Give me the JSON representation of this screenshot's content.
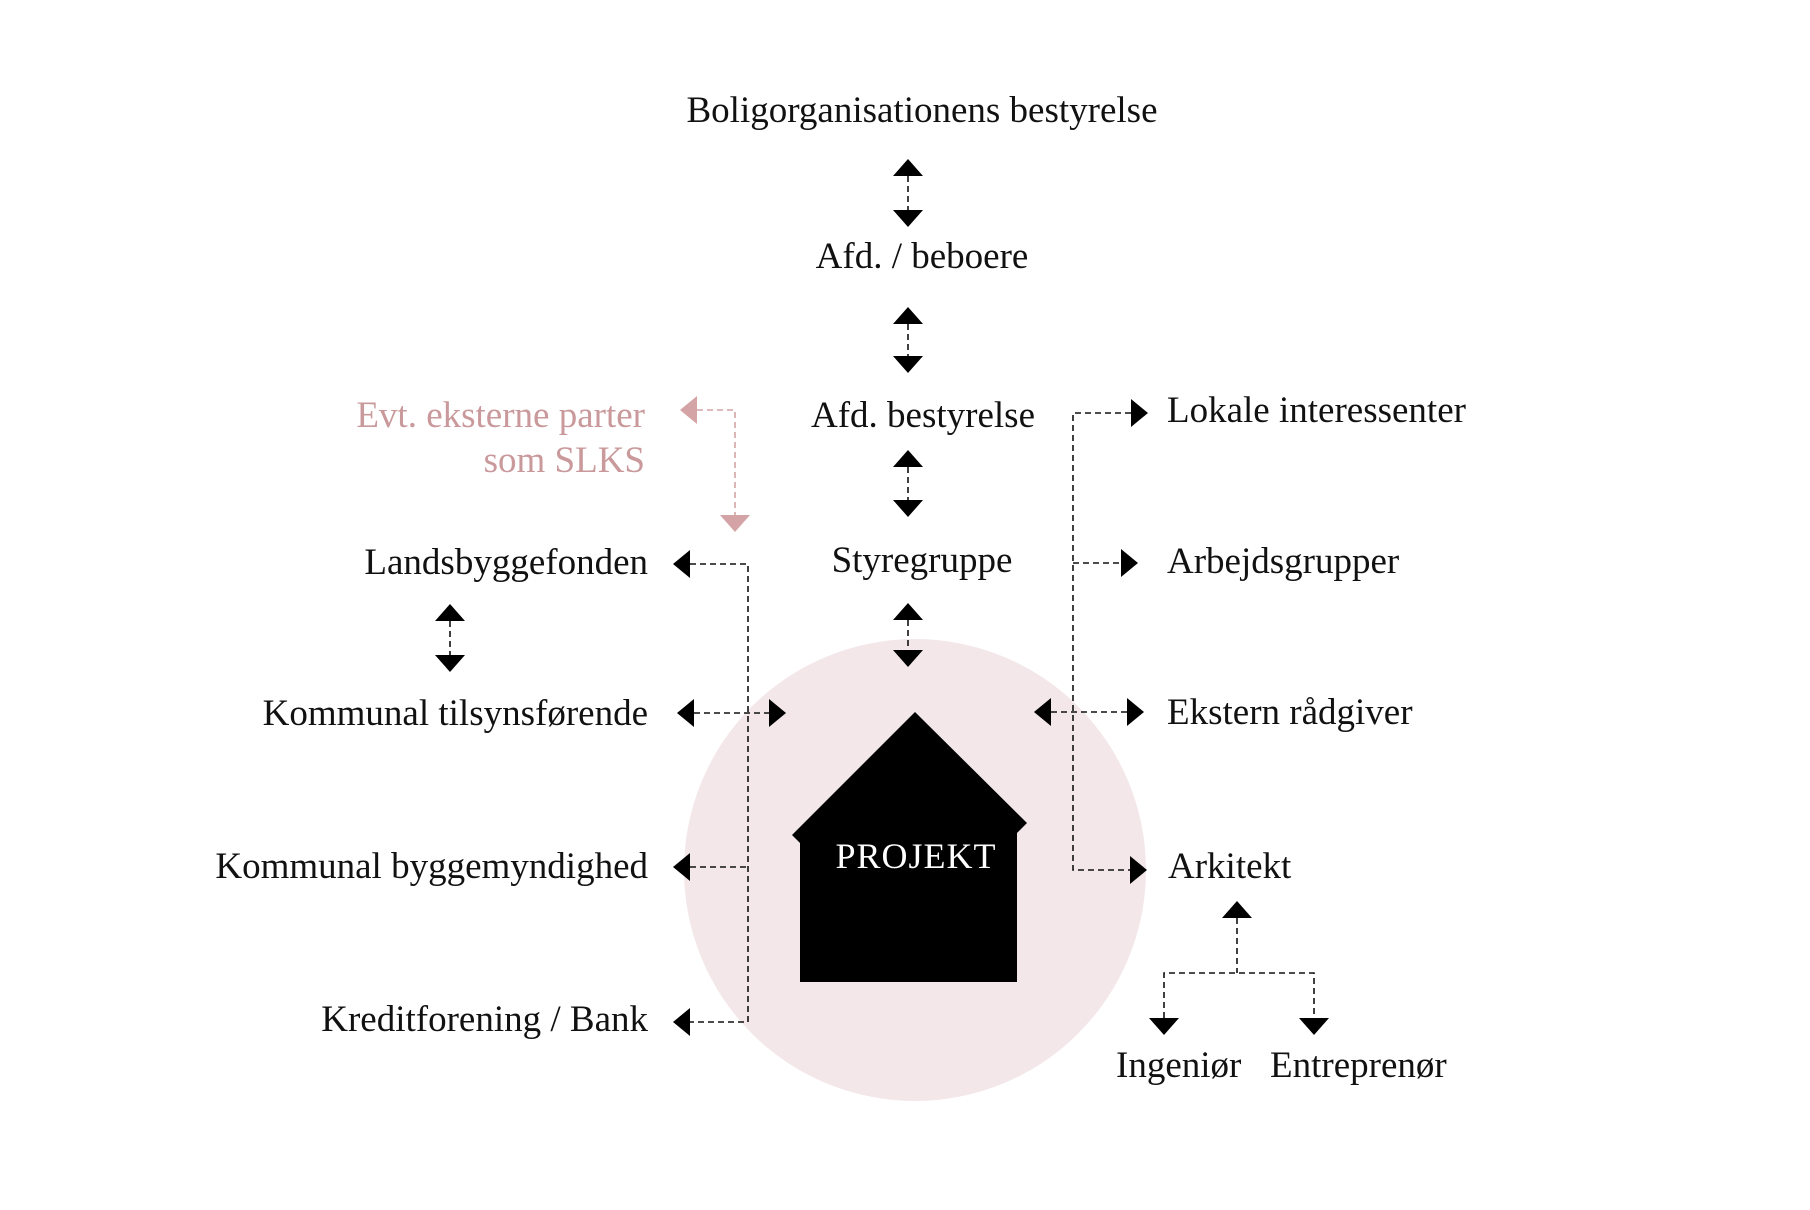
{
  "title": "Boligorganisationens bestyrelse",
  "colors": {
    "text": "#111111",
    "accent_pink_text": "#c9999b",
    "accent_pink_arrow": "#d4a3a5",
    "circle_fill": "#f3e7ea",
    "house_fill": "#000000",
    "house_text": "#ffffff"
  },
  "center_column": {
    "nodes": [
      {
        "id": "bolig",
        "label": "Boligorganisationens bestyrelse"
      },
      {
        "id": "afd_beboere",
        "label": "Afd. / beboere"
      },
      {
        "id": "afd_bestyrelse",
        "label": "Afd. bestyrelse"
      },
      {
        "id": "styregruppe",
        "label": "Styregruppe"
      }
    ]
  },
  "project": {
    "label": "PROJEKT",
    "icon": "house-icon"
  },
  "external_note": {
    "line1": "Evt. eksterne parter",
    "line2": "som SLKS"
  },
  "left_column": {
    "nodes": [
      {
        "id": "landsbyggefonden",
        "label": "Landsbyggefonden"
      },
      {
        "id": "kommunal_tilsyn",
        "label": "Kommunal tilsynsførende"
      },
      {
        "id": "kommunal_bygge",
        "label": "Kommunal byggemyndighed"
      },
      {
        "id": "kredit",
        "label": "Kreditforening / Bank"
      }
    ]
  },
  "right_column": {
    "nodes": [
      {
        "id": "lokale",
        "label": "Lokale interessenter"
      },
      {
        "id": "arbejdsgrupper",
        "label": "Arbejdsgrupper"
      },
      {
        "id": "ekstern",
        "label": "Ekstern rådgiver"
      },
      {
        "id": "arkitekt",
        "label": "Arkitekt"
      }
    ]
  },
  "bottom_right": {
    "ingenior": "Ingeniør",
    "entreprenor": "Entreprenør"
  },
  "connections": [
    {
      "from": "bolig",
      "to": "afd_beboere",
      "type": "bidirectional"
    },
    {
      "from": "afd_beboere",
      "to": "afd_bestyrelse",
      "type": "bidirectional"
    },
    {
      "from": "afd_bestyrelse",
      "to": "styregruppe",
      "type": "bidirectional"
    },
    {
      "from": "styregruppe",
      "to": "projekt",
      "type": "bidirectional"
    },
    {
      "from": "landsbyggefonden",
      "to": "kommunal_tilsyn",
      "type": "bidirectional"
    },
    {
      "from": "projekt",
      "to": "kommunal_tilsyn",
      "type": "bidirectional"
    },
    {
      "from": "projekt",
      "to": "ekstern",
      "type": "bidirectional"
    },
    {
      "from": "projekt-bus-left",
      "to": [
        "landsbyggefonden",
        "kommunal_bygge",
        "kredit"
      ],
      "type": "directed"
    },
    {
      "from": "projekt-bus-right",
      "to": [
        "lokale",
        "arbejdsgrupper",
        "arkitekt"
      ],
      "type": "directed"
    },
    {
      "from": "external_note",
      "to": "landsbyggefonden",
      "type": "bidirectional-elbow"
    },
    {
      "from": "ingenior+entreprenor",
      "to": "arkitekt",
      "type": "tree"
    }
  ]
}
